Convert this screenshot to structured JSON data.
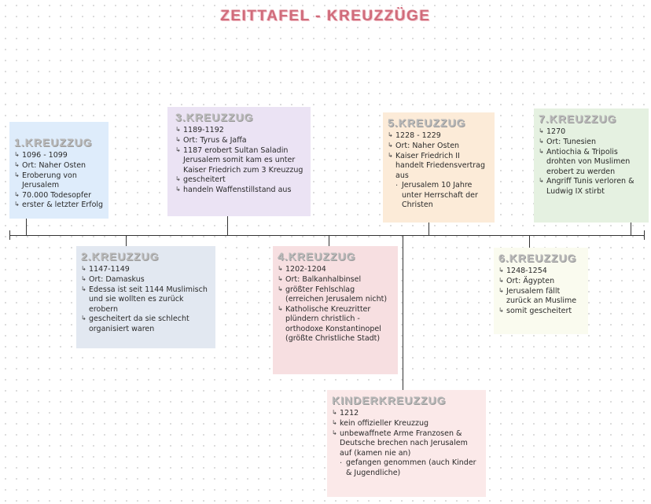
{
  "title": "ZEITTAFEL - KREUZZÜGE",
  "crusades": [
    {
      "head": "1.KREUZZUG",
      "items": [
        "1096 - 1099",
        "Ort: Naher Osten",
        "Eroberung von Jerusalem",
        "70.000 Todesopfer",
        "erster & letzter Erfolg"
      ]
    },
    {
      "head": "2.KREUZZUG",
      "items": [
        "1147-1149",
        "Ort: Damaskus",
        "Edessa ist seit 1144 Muslimisch und sie wollten es zurück erobern",
        "gescheitert da sie schlecht organisiert waren"
      ]
    },
    {
      "head": "3.KREUZZUG",
      "items": [
        "1189-1192",
        "Ort: Tyrus & Jaffa",
        "1187 erobert Sultan Saladin Jerusalem somit kam es unter Kaiser Friedrich zum 3 Kreuzzug",
        "gescheitert",
        "handeln Waffenstillstand aus"
      ]
    },
    {
      "head": "4.KREUZZUG",
      "items": [
        "1202-1204",
        "Ort: Balkanhalbinsel",
        "größter Fehlschlag (erreichen Jerusalem nicht)",
        "Katholische Kreuzritter plündern christlich - orthodoxe Konstantinopel (größte Christliche Stadt)"
      ]
    },
    {
      "head": "5.KREUZZUG",
      "items": [
        "1228 - 1229",
        "Ort: Naher Osten",
        "Kaiser Friedrich II handelt Friedensvertrag aus",
        "Jerusalem 10 Jahre unter Herrschaft der Christen"
      ]
    },
    {
      "head": "6.KREUZZUG",
      "items": [
        "1248-1254",
        "Ort: Ägypten",
        "Jerusalem fällt zurück an Muslime",
        "somit gescheitert"
      ]
    },
    {
      "head": "7.KREUZZUG",
      "items": [
        "1270",
        "Ort: Tunesien",
        "Antiochia & Tripolis drohten von Muslimen erobert zu werden",
        "Angriff Tunis verloren & Ludwig IX stirbt"
      ]
    }
  ],
  "children": {
    "head": "KINDERKREUZZUG",
    "items": [
      "1212",
      "kein offizieller Kreuzzug",
      "unbewaffnete Arme Franzosen & Deutsche brechen nach Jerusalem auf (kamen nie an)",
      "gefangen genommen (auch Kinder & Jugendliche)"
    ]
  }
}
